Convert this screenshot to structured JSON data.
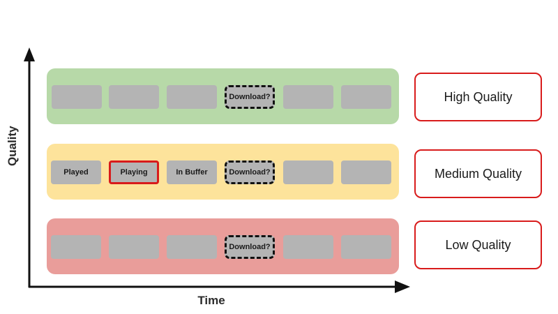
{
  "axes": {
    "y_label": "Quality",
    "x_label": "Time"
  },
  "colors": {
    "high_band": "#b7d9a8",
    "medium_band": "#fde39b",
    "low_band": "#e99d9a",
    "segment": "#b4b4b4",
    "accent_red": "#d81b1b",
    "axis": "#111111"
  },
  "rows": [
    {
      "id": "high",
      "quality_label": "High Quality",
      "segments": [
        {
          "label": "",
          "state": "none"
        },
        {
          "label": "",
          "state": "none"
        },
        {
          "label": "",
          "state": "none"
        },
        {
          "label": "Download?",
          "state": "candidate"
        },
        {
          "label": "",
          "state": "none"
        },
        {
          "label": "",
          "state": "none"
        }
      ]
    },
    {
      "id": "medium",
      "quality_label": "Medium Quality",
      "segments": [
        {
          "label": "Played",
          "state": "played"
        },
        {
          "label": "Playing",
          "state": "playing"
        },
        {
          "label": "In Buffer",
          "state": "buffered"
        },
        {
          "label": "Download?",
          "state": "candidate"
        },
        {
          "label": "",
          "state": "none"
        },
        {
          "label": "",
          "state": "none"
        }
      ]
    },
    {
      "id": "low",
      "quality_label": "Low Quality",
      "segments": [
        {
          "label": "",
          "state": "none"
        },
        {
          "label": "",
          "state": "none"
        },
        {
          "label": "",
          "state": "none"
        },
        {
          "label": "Download?",
          "state": "candidate"
        },
        {
          "label": "",
          "state": "none"
        },
        {
          "label": "",
          "state": "none"
        }
      ]
    }
  ]
}
